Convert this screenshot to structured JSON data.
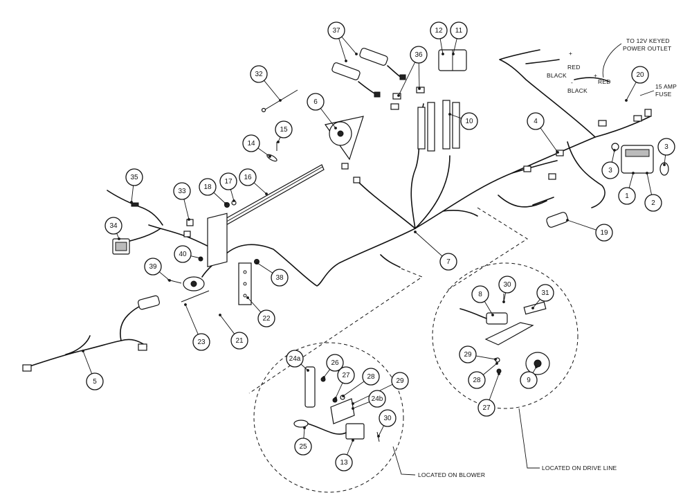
{
  "callouts": [
    "37",
    "12",
    "11",
    "36",
    "32",
    "6",
    "10",
    "20",
    "4",
    "14",
    "15",
    "3",
    "3",
    "35",
    "18",
    "17",
    "16",
    "33",
    "1",
    "2",
    "34",
    "19",
    "40",
    "39",
    "38",
    "7",
    "8",
    "30",
    "31",
    "22",
    "23",
    "21",
    "29",
    "5",
    "24a",
    "26",
    "27",
    "28",
    "29",
    "24b",
    "9",
    "28",
    "27",
    "30",
    "25",
    "13"
  ],
  "notes": {
    "outlet": [
      "TO 12V KEYED",
      "POWER OUTLET"
    ],
    "fuse": [
      "15 AMP",
      "FUSE"
    ],
    "red": "RED",
    "black": "BLACK",
    "plus": "+",
    "minus": "-",
    "blower": "LOCATED ON BLOWER",
    "driveline": "LOCATED ON DRIVE LINE"
  }
}
